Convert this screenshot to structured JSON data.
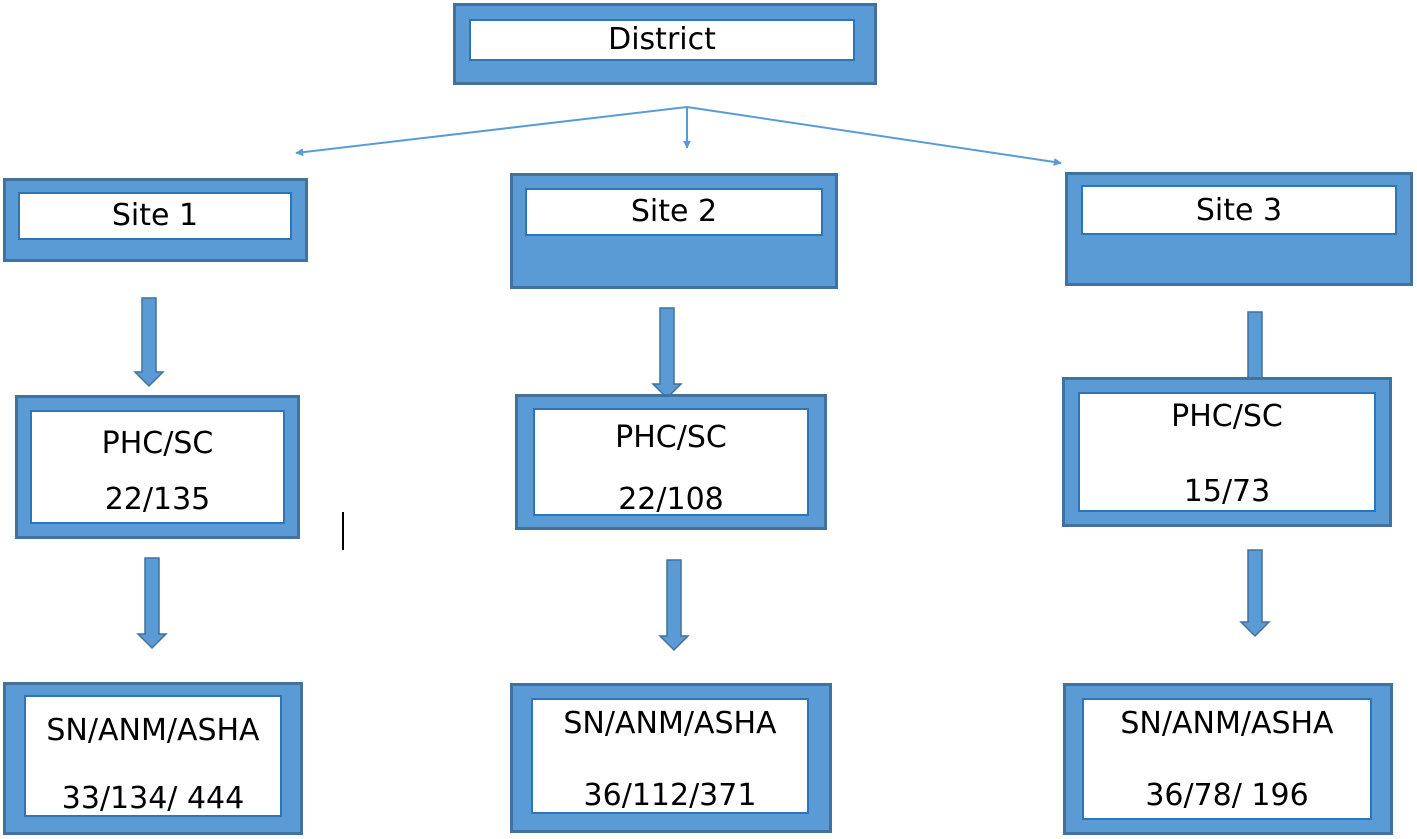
{
  "colors": {
    "box_fill": "#5b9bd5",
    "box_border": "#41719c",
    "inner_border": "#2e75b6",
    "arrow": "#5b9bd5",
    "arrow_edge": "#41719c"
  },
  "root": {
    "label": "District"
  },
  "sites": [
    {
      "label": "Site 1",
      "facility_label": "PHC/SC",
      "facility_count": "22/135",
      "staff_label": "SN/ANM/ASHA",
      "staff_count": "33/134/ 444"
    },
    {
      "label": "Site 2",
      "facility_label": "PHC/SC",
      "facility_count": "22/108",
      "staff_label": "SN/ANM/ASHA",
      "staff_count": "36/112/371"
    },
    {
      "label": "Site 3",
      "facility_label": "PHC/SC",
      "facility_count": "15/73",
      "staff_label": "SN/ANM/ASHA",
      "staff_count": "36/78/ 196"
    }
  ]
}
